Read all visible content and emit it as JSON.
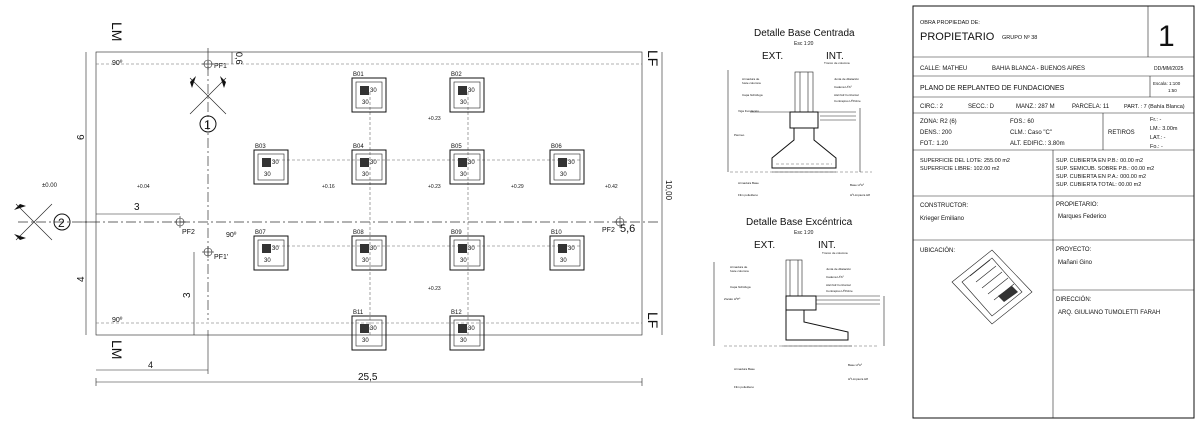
{
  "plan": {
    "lm_top": "LM",
    "lm_bottom": "LM",
    "lf_top": "LF",
    "lf_bottom": "LF",
    "dim_bottom_total": "25,5",
    "dim_bottom_4": "4",
    "dim_left_6": "6",
    "dim_left_4": "4",
    "dim_left_3": "3",
    "dim_3_mid": "3",
    "dim_right": "10,00",
    "dim_top_06": "0,6",
    "dim_56": "5,6",
    "angle_tl": "90º",
    "angle_bl": "90º",
    "angle_mid": "90º",
    "axis_1": "1",
    "axis_2": "2",
    "pf1": "PF1",
    "pf1b": "PF1'",
    "pf2a": "PF2",
    "pf2b": "PF2",
    "levels": {
      "l000": "±0.00",
      "l004": "+0.04",
      "l016": "+0.16",
      "l023a": "+0.23",
      "l023b": "+0.23",
      "l023c": "+0.23",
      "l029": "+0.29",
      "l042": "+0.42"
    },
    "bases": [
      {
        "id": "B01",
        "col": "30",
        "dim": "30"
      },
      {
        "id": "B02",
        "col": "30",
        "dim": "30"
      },
      {
        "id": "B03",
        "col": "30",
        "dim": "30"
      },
      {
        "id": "B04",
        "col": "30",
        "dim": "30"
      },
      {
        "id": "B05",
        "col": "30",
        "dim": "30"
      },
      {
        "id": "B06",
        "col": "30",
        "dim": "30"
      },
      {
        "id": "B07",
        "col": "30",
        "dim": "30"
      },
      {
        "id": "B08",
        "col": "30",
        "dim": "30"
      },
      {
        "id": "B09",
        "col": "30",
        "dim": "30"
      },
      {
        "id": "B10",
        "col": "30",
        "dim": "30"
      },
      {
        "id": "B11",
        "col": "30",
        "dim": "30"
      },
      {
        "id": "B12",
        "col": "30",
        "dim": "30"
      }
    ]
  },
  "detail_centered": {
    "title": "Detalle Base Centrada",
    "scale": "Esc 1:20",
    "ext": "EXT.",
    "int": "INT."
  },
  "detail_eccentric": {
    "title": "Detalle Base Excéntrica",
    "scale": "Esc 1:20",
    "ext": "EXT.",
    "int": "INT."
  },
  "title_block": {
    "owner_label": "OBRA PROPIEDAD DE:",
    "owner": "PROPIETARIO",
    "group": "GRUPO Nº 38",
    "sheet_number": "1",
    "street": "CALLE: MATHEU",
    "city": "BAHIA BLANCA - BUENOS AIRES",
    "date": "DD/MM/2025",
    "plan_title": "PLANO DE REPLANTEO DE FUNDACIONES",
    "scale_label": "Escala: 1:100",
    "scale_label2": "1:50",
    "circ": "CIRC.: 2",
    "secc": "SECC.: D",
    "manz": "MANZ.: 287 M",
    "parcela": "PARCELA: 11",
    "part": "PART. : 7 (Bahía Blanca)",
    "zona": "ZONA: R2 (6)",
    "dens": "DENS.: 200",
    "fot": "FOT.: 1.20",
    "fos": "FOS.: 60",
    "clm": "CLM.: Caso \"C\"",
    "alt": "ALT. EDIFIC.: 3.80m",
    "retiros": "RETIROS",
    "fr": "Fr.: -",
    "lm": "LM.: 3.00m",
    "lat": "LAT.: -",
    "fo": "Fo.: -",
    "sup_lote": "SUPERFICIE DEL LOTE: 255.00 m2",
    "sup_libre": "SUPERFICIE LIBRE: 102.00 m2",
    "sup_pb": "SUP. CUBIERTA EN P.B.: 00.00 m2",
    "sup_semi": "SUP. SEMICUB. SOBRE P.B.: 00.00 m2",
    "sup_pa": "SUP. CUBIERTA EN P.A.: 000.00 m2",
    "sup_total": "SUP. CUBIERTA TOTAL: 00.00 m2",
    "constructor_label": "CONSTRUCTOR:",
    "constructor": "Krieger Emiliano",
    "propietario_label": "PROPIETARIO:",
    "propietario": "Marques Federico",
    "ubicacion_label": "UBICACIÓN:",
    "proyecto_label": "PROYECTO:",
    "proyecto": "Mañani Gino",
    "direccion_label": "DIRECCIÓN:",
    "direccion": "ARQ. GIULIANO TUMOLETTI FARAH"
  },
  "colors": {
    "line": "#111111",
    "hatch": "#555555",
    "block": "#333333"
  }
}
